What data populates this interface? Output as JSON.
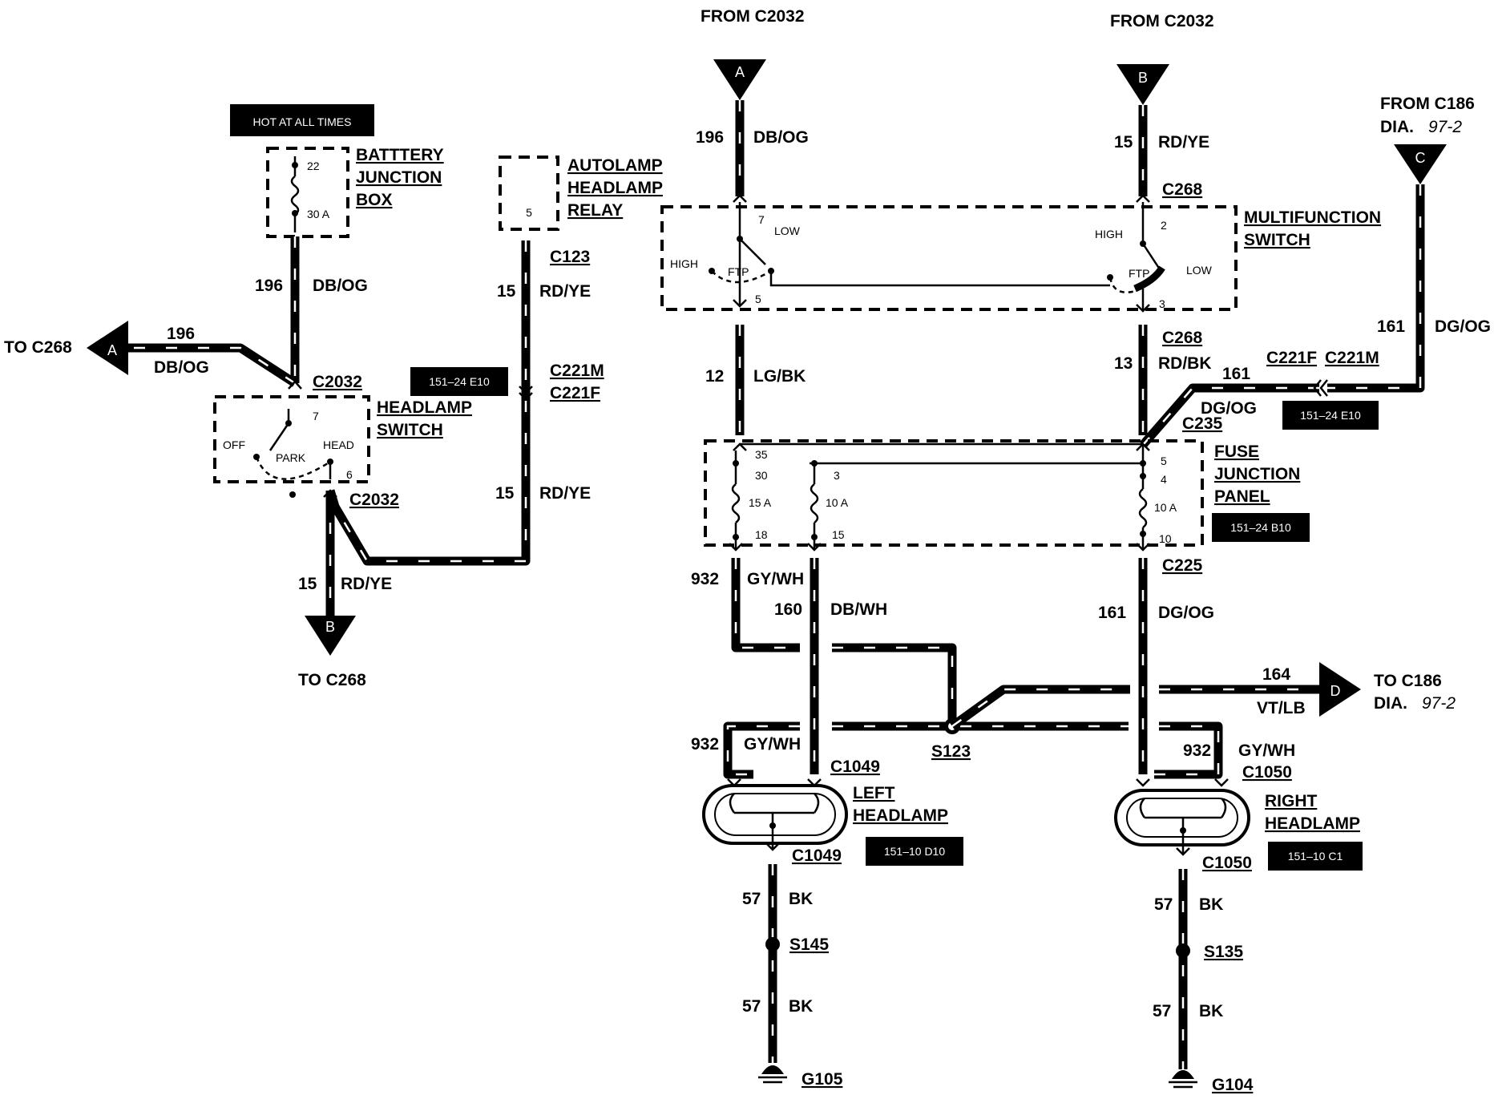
{
  "hot_label": "HOT AT ALL TIMES",
  "battery_junction_box": {
    "line1": "BATTTERY",
    "line2": "JUNCTION",
    "line3": "BOX",
    "pin_top": "22",
    "pin_bottom": "30 A"
  },
  "autolamp_relay": {
    "line1": "AUTOLAMP",
    "line2": "HEADLAMP",
    "line3": "RELAY",
    "pin": "5"
  },
  "headlamp_switch": {
    "line1": "HEADLAMP",
    "line2": "SWITCH",
    "off": "OFF",
    "park": "PARK",
    "head": "HEAD",
    "pin_top": "7",
    "pin_bottom": "6"
  },
  "multifunction_switch": {
    "line1": "MULTIFUNCTION",
    "line2": "SWITCH",
    "low": "LOW",
    "high": "HIGH",
    "ftp": "FTP",
    "pin7": "7",
    "pin5": "5",
    "pin2": "2",
    "pin3": "3"
  },
  "fuse_junction_panel": {
    "line1": "FUSE",
    "line2": "JUNCTION",
    "line3": "PANEL",
    "fuse1": {
      "top": "35",
      "mid": "30",
      "rating": "15 A",
      "bottom": "18"
    },
    "fuse2": {
      "top": "3",
      "rating": "10 A",
      "bottom": "15"
    },
    "fuse3": {
      "top": "5",
      "mid": "4",
      "rating": "10 A",
      "bottom": "10"
    }
  },
  "refs": {
    "ref_e10_left": "151–24 E10",
    "ref_e10_right": "151–24 E10",
    "ref_b10": "151–24 B10",
    "ref_d10": "151–10 D10",
    "ref_c1": "151–10 C1"
  },
  "from_labels": {
    "a": "FROM C2032",
    "b": "FROM C2032",
    "c1": "FROM C186",
    "c2": "DIA.",
    "c2_it": "97-2"
  },
  "to_labels": {
    "a": "TO C268",
    "b": "TO C268",
    "d1": "TO C186",
    "d2": "DIA.",
    "d2_it": "97-2"
  },
  "markers": {
    "a": "A",
    "b": "B",
    "c": "C",
    "d": "D"
  },
  "connectors": {
    "c2032_top": "C2032",
    "c2032_bottom": "C2032",
    "c123": "C123",
    "c221m_left": "C221M",
    "c221f_left": "C221F",
    "c268_top": "C268",
    "c268_mid": "C268",
    "c221f_right": "C221F",
    "c221m_right": "C221M",
    "c235": "C235",
    "c225": "C225",
    "c1049_top": "C1049",
    "c1049_bot": "C1049",
    "c1050_top": "C1050",
    "c1050_bot": "C1050",
    "s123": "S123",
    "s145": "S145",
    "s135": "S135",
    "g105": "G105",
    "g104": "G104"
  },
  "left_headlamp": {
    "line1": "LEFT",
    "line2": "HEADLAMP"
  },
  "right_headlamp": {
    "line1": "RIGHT",
    "line2": "HEADLAMP"
  },
  "wires": {
    "w196_bjb": {
      "num": "196",
      "color": "DB/OG"
    },
    "w196_to_a": {
      "num": "196",
      "color": "DB/OG"
    },
    "w15_relay": {
      "num": "15",
      "color": "RD/YE"
    },
    "w15_relay2": {
      "num": "15",
      "color": "RD/YE"
    },
    "w15_to_b": {
      "num": "15",
      "color": "RD/YE"
    },
    "w196_from_a": {
      "num": "196",
      "color": "DB/OG"
    },
    "w15_from_b": {
      "num": "15",
      "color": "RD/YE"
    },
    "w161_from_c": {
      "num": "161",
      "color": "DG/OG"
    },
    "w161_jumper": {
      "num": "161",
      "color": "DG/OG"
    },
    "w12": {
      "num": "12",
      "color": "LG/BK"
    },
    "w13": {
      "num": "13",
      "color": "RD/BK"
    },
    "w932_top": {
      "num": "932",
      "color": "GY/WH"
    },
    "w160": {
      "num": "160",
      "color": "DB/WH"
    },
    "w161_down": {
      "num": "161",
      "color": "DG/OG"
    },
    "w164": {
      "num": "164",
      "color": "VT/LB"
    },
    "w932_left": {
      "num": "932",
      "color": "GY/WH"
    },
    "w932_right": {
      "num": "932",
      "color": "GY/WH"
    },
    "w57_l1": {
      "num": "57",
      "color": "BK"
    },
    "w57_l2": {
      "num": "57",
      "color": "BK"
    },
    "w57_r1": {
      "num": "57",
      "color": "BK"
    },
    "w57_r2": {
      "num": "57",
      "color": "BK"
    }
  }
}
